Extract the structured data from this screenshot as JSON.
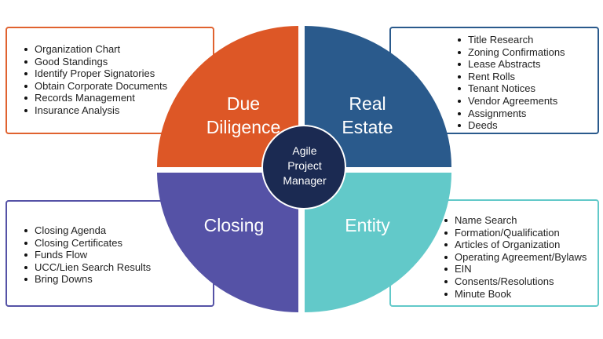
{
  "center": {
    "line1": "Agile",
    "line2": "Project",
    "line3": "Manager"
  },
  "quadrants": {
    "due_diligence": {
      "line1": "Due",
      "line2": "Diligence",
      "color": "#DD5726",
      "items": [
        "Organization Chart",
        "Good Standings",
        "Identify Proper Signatories",
        "Obtain Corporate Documents",
        "Records Management",
        "Insurance Analysis"
      ]
    },
    "real_estate": {
      "line1": "Real",
      "line2": "Estate",
      "color": "#2A5A8C",
      "items": [
        "Title Research",
        "Zoning Confirmations",
        "Lease Abstracts",
        "Rent Rolls",
        "Tenant Notices",
        "Vendor Agreements",
        "Assignments",
        "Deeds"
      ]
    },
    "closing": {
      "line1": "Closing",
      "color": "#5552A6",
      "items": [
        "Closing Agenda",
        "Closing Certificates",
        "Funds Flow",
        "UCC/Lien Search Results",
        "Bring Downs"
      ]
    },
    "entity": {
      "line1": "Entity",
      "color": "#62C9C9",
      "items": [
        "Name Search",
        "Formation/Qualification",
        "Articles of Organization",
        "Operating Agreement/Bylaws",
        "EIN",
        "Consents/Resolutions",
        "Minute Book"
      ]
    }
  }
}
